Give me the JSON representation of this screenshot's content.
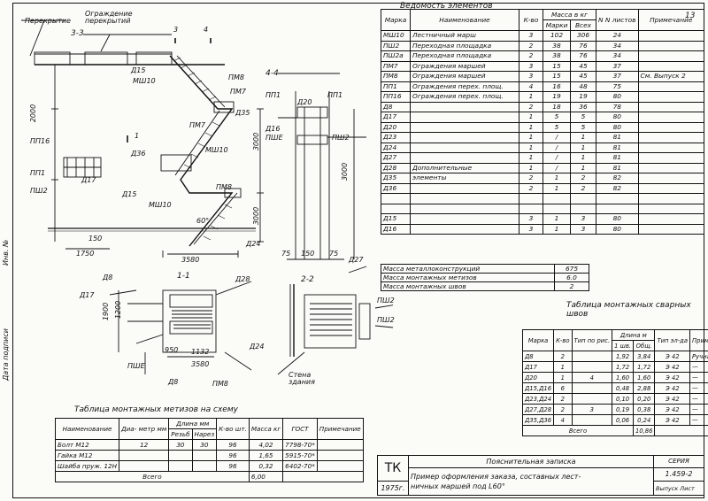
{
  "sheet_number": "13",
  "side_labels": {
    "left_top": "Инв. №",
    "left_bottom": "Дата подписи"
  },
  "drawing": {
    "section_33": "3-3",
    "section_44": "4-4",
    "section_11": "1-1",
    "section_22": "2-2",
    "mark_3": "3",
    "mark_4": "4",
    "mark_1": "1",
    "labels": {
      "perekrytie": "Перекрытие",
      "ograzhdenie_perekrytiy": "Ограждение перекрытий",
      "d15a": "Д15",
      "mm10": "МШ10",
      "mm10b": "МШ10",
      "mm10c": "МШ10",
      "pm8": "ПМ8",
      "pm8b": "ПМ8",
      "pm7": "ПМ7",
      "d35": "Д35",
      "d36": "Д36",
      "d15b": "Д15",
      "d17": "Д17",
      "pp16": "ПП16",
      "pp1": "ПП1",
      "pp1b": "ПП1",
      "pp1c": "ПП1",
      "pshu": "ПШ2",
      "pshu2": "ПШ2",
      "pshu3": "ПШ2",
      "pshe": "ПШЕ",
      "pshe2": "ПШЕ",
      "d16": "Д16",
      "d20": "Д20",
      "d24": "Д24",
      "d24b": "Д24",
      "d27": "Д27",
      "d8": "Д8",
      "d8b": "Д8",
      "d17b": "Д17",
      "d28": "Д28",
      "wall": "Стена здания",
      "dim_3000a": "3000",
      "dim_3000b": "3000",
      "dim_3000c": "3000",
      "dim_2000": "2000",
      "dim_3580": "3580",
      "dim_3580b": "3580",
      "dim_1750": "1750",
      "dim_150": "150",
      "dim_150b": "150",
      "dim_75": "75",
      "dim_75b": "75",
      "dim_60": "60°",
      "dim_950": "950",
      "dim_1132": "1132",
      "dim_1900": "1900",
      "dim_1200": "1200"
    }
  },
  "vedomost": {
    "title": "Ведомость элементов",
    "head": {
      "mark": "Марка",
      "name": "Наименование",
      "qty": "К-во",
      "mass": "Масса в кг",
      "mass_one": "Марки",
      "mass_all": "Всех",
      "sheet": "N N листов",
      "note": "Примечание"
    },
    "rows": [
      [
        "МШ10",
        "Лестничный марш",
        "3",
        "102",
        "306",
        "24",
        ""
      ],
      [
        "ПШ2",
        "Переходная площадка",
        "2",
        "38",
        "76",
        "34",
        ""
      ],
      [
        "ПШ2a",
        "Переходная площадка",
        "2",
        "38",
        "76",
        "34",
        ""
      ],
      [
        "ПМ7",
        "Ограждения маршей",
        "3",
        "15",
        "45",
        "37",
        ""
      ],
      [
        "ПМ8",
        "Ограждения маршей",
        "3",
        "15",
        "45",
        "37",
        "См. Выпуск 2"
      ],
      [
        "ПП1",
        "Ограждения перех. площ.",
        "4",
        "16",
        "48",
        "75",
        ""
      ],
      [
        "ПП16",
        "Ограждения перех. площ.",
        "1",
        "19",
        "19",
        "80",
        ""
      ],
      [
        "Д8",
        "",
        "2",
        "18",
        "36",
        "78",
        ""
      ],
      [
        "Д17",
        "",
        "1",
        "5",
        "5",
        "80",
        ""
      ],
      [
        "Д20",
        "",
        "1",
        "5",
        "5",
        "80",
        ""
      ],
      [
        "Д23",
        "",
        "1",
        "/",
        "1",
        "81",
        ""
      ],
      [
        "Д24",
        "",
        "1",
        "/",
        "1",
        "81",
        ""
      ],
      [
        "Д27",
        "",
        "1",
        "/",
        "1",
        "81",
        ""
      ],
      [
        "Д28",
        "Дополнительные",
        "1",
        "/",
        "1",
        "81",
        ""
      ],
      [
        "Д35",
        "элементы",
        "2",
        "1",
        "2",
        "82",
        ""
      ],
      [
        "Д36",
        "",
        "2",
        "1",
        "2",
        "82",
        ""
      ],
      [
        "",
        "",
        "",
        "",
        "",
        "",
        ""
      ],
      [
        "",
        "",
        "",
        "",
        "",
        "",
        ""
      ],
      [
        "Д15",
        "",
        "3",
        "1",
        "3",
        "80",
        ""
      ],
      [
        "Д16",
        "",
        "3",
        "1",
        "3",
        "80",
        ""
      ]
    ],
    "totals": [
      [
        "Масса металлоконструкций",
        "675"
      ],
      [
        "Масса монтажных метизов",
        "6.0"
      ],
      [
        "Масса монтажных швов",
        "2"
      ]
    ]
  },
  "welds": {
    "title": "Таблица монтажных сварных швов",
    "head": {
      "mark": "Марка",
      "qty": "К-во",
      "type": "Тип по рис.",
      "len": "Длина м",
      "len_one": "1 шв.",
      "len_all": "Общ.",
      "type2": "Тип эл-да",
      "note": "Примечание"
    },
    "rows": [
      [
        "Д8",
        "2",
        "",
        "1,92",
        "3,84",
        "Э 42",
        "Ручная"
      ],
      [
        "Д17",
        "1",
        "",
        "1,72",
        "1,72",
        "Э 42",
        "—"
      ],
      [
        "Д20",
        "1",
        "4",
        "1,60",
        "1,60",
        "Э 42",
        "—"
      ],
      [
        "Д15,Д16",
        "6",
        "",
        "0,48",
        "2,88",
        "Э 42",
        "—"
      ],
      [
        "Д23,Д24",
        "2",
        "",
        "0,10",
        "0,20",
        "Э 42",
        "—"
      ],
      [
        "Д27,Д28",
        "2",
        "3",
        "0,19",
        "0,38",
        "Э 42",
        "—"
      ],
      [
        "Д35,Д36",
        "4",
        "",
        "0,06",
        "0,24",
        "Э 42",
        "—"
      ]
    ],
    "total_label": "Всего",
    "total_value": "10,86"
  },
  "metizy": {
    "title": "Таблица монтажных метизов на схему",
    "head": {
      "name": "Наименование",
      "dia": "Диа- метр мм",
      "len": "Длина мм",
      "len_a": "Резьб",
      "len_b": "Нарез",
      "qty": "К-во шт.",
      "mass": "Масса кг",
      "gost": "ГОСТ",
      "note": "Примечание"
    },
    "rows": [
      [
        "Болт М12",
        "12",
        "30",
        "30",
        "96",
        "4,02",
        "7798-70*",
        ""
      ],
      [
        "Гайка М12",
        "",
        "",
        "",
        "96",
        "1,65",
        "5915-70*",
        ""
      ],
      [
        "Шайба пруж. 12Н",
        "",
        "",
        "",
        "96",
        "0,32",
        "6402-70*",
        ""
      ]
    ],
    "total_label": "Всего",
    "total_value": "6,00"
  },
  "stamp": {
    "tk": "ТК",
    "year": "1975г.",
    "title_line1": "Пояснительная записка",
    "title_line2": "Пример оформления заказа, составных лест-",
    "title_line3": "ничных маршей под L60°",
    "series_label": "СЕРИЯ",
    "series": "1.459-2",
    "vypusk": "Выпуск",
    "list": "Лист"
  }
}
